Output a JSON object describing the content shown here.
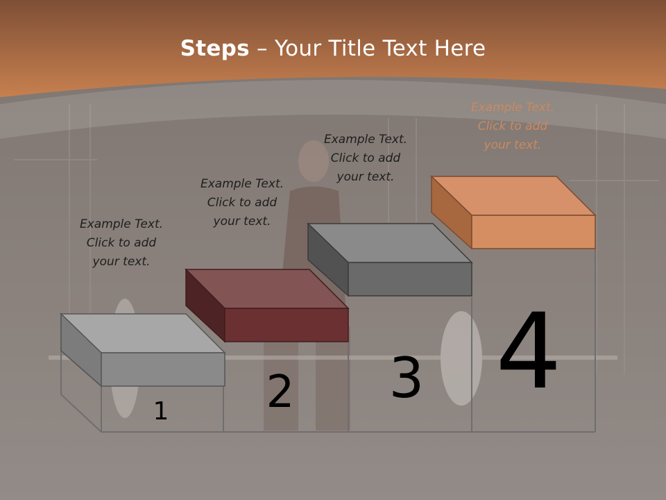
{
  "slide": {
    "title_bold": "Steps",
    "title_rest": " – Your Title Text Here"
  },
  "steps": [
    {
      "number": "1",
      "lines": [
        "Example Text.",
        "Click  to add",
        "your text."
      ]
    },
    {
      "number": "2",
      "lines": [
        "Example Text.",
        "Click  to add",
        "your text."
      ]
    },
    {
      "number": "3",
      "lines": [
        "Example Text.",
        "Click  to add",
        "your text."
      ]
    },
    {
      "number": "4",
      "lines": [
        "Example Text.",
        "Click  to add",
        "your text."
      ]
    }
  ],
  "colors": {
    "header_orange": "#c0794e",
    "block_1": "#8a8a8a",
    "block_2": "#6b3032",
    "block_3": "#6a6a6a",
    "block_4": "#d6916b"
  }
}
